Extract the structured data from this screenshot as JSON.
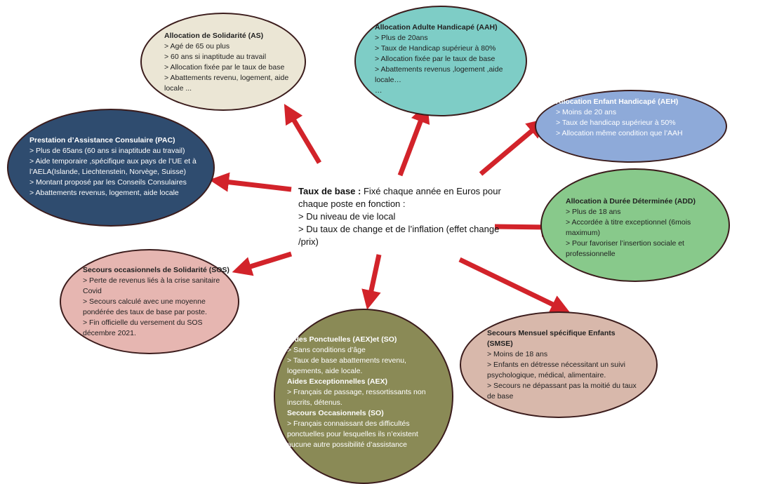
{
  "center": {
    "title": "Taux de base :",
    "text": " Fixé chaque année en Euros pour chaque poste en fonction :",
    "items": [
      "> Du niveau de vie local",
      "> Du taux de change  et de l’inflation (effet change /prix)"
    ]
  },
  "nodes": [
    {
      "id": "as",
      "title": "Allocation de Solidarité (AS)",
      "lines": [
        "> Agé de 65 ou plus",
        "> 60 ans si inaptitude au travail",
        "> Allocation fixée par le taux de base",
        "> Abattements revenu, logement, aide locale ..."
      ],
      "color": "#ebe6d5",
      "text_color": "#222222"
    },
    {
      "id": "aah",
      "title": "Allocation Adulte Handicapé (AAH)",
      "lines": [
        "> Plus de 20ans",
        "> Taux de Handicap supérieur à 80%",
        "> Allocation fixée par le taux de base",
        "> Abattements revenus ,logement ,aide locale…",
        "…"
      ],
      "color": "#7ecdc6",
      "text_color": "#222222"
    },
    {
      "id": "aeh",
      "title": "Allocation Enfant Handicapé (AEH)",
      "lines": [
        "> Moins de 20 ans",
        "> Taux de handicap supérieur à 50%",
        "> Allocation même condition que l’AAH"
      ],
      "color": "#8eaad9",
      "text_color": "#ffffff"
    },
    {
      "id": "add",
      "title": "Allocation à Durée Déterminée (ADD)",
      "lines": [
        "> Plus de 18 ans",
        "> Accordée à titre exceptionnel (6mois maximum)",
        "> Pour favoriser l’insertion sociale et professionnelle"
      ],
      "color": "#88c98b",
      "text_color": "#222222"
    },
    {
      "id": "smse",
      "title": "Secours Mensuel spécifique Enfants (SMSE)",
      "lines": [
        "> Moins de 18 ans",
        "> Enfants en détresse nécessitant un suivi psychologique, médical, alimentaire.",
        "> Secours ne dépassant pas la moitié du taux de base"
      ],
      "color": "#d8b8ab",
      "text_color": "#222222"
    },
    {
      "id": "ap",
      "title": "Aides Ponctuelles (AEX)et (SO)",
      "lines": [
        "> Sans conditions d’âge",
        "> Taux de base abattements revenu, logements, aide locale."
      ],
      "sub": [
        {
          "title": "Aides Exceptionnelles (AEX)",
          "lines": [
            "> Français de passage, ressortissants non inscrits, détenus."
          ]
        },
        {
          "title": "Secours Occasionnels (SO)",
          "lines": [
            "> Français connaissant des difficultés ponctuelles pour lesquelles ils n’existent aucune autre possibilité d’assistance"
          ]
        }
      ],
      "color": "#8a8a56",
      "text_color": "#ffffff"
    },
    {
      "id": "sos",
      "title": "Secours occasionnels de Solidarité (SOS)",
      "lines": [
        "> Perte de revenus liés à la crise sanitaire Covid",
        "> Secours  calculé avec une moyenne pondérée des taux de base par poste.",
        "> Fin officielle du versement du SOS décembre 2021."
      ],
      "color": "#e6b6b1",
      "text_color": "#222222"
    },
    {
      "id": "pac",
      "title": "Prestation d’Assistance Consulaire (PAC)",
      "lines": [
        "> Plus de 65ans (60 ans si inaptitude au travail)",
        "> Aide temporaire ,spécifique aux pays de l’UE et à l’AELA(Islande, Liechtenstein, Norvège, Suisse)",
        "> Montant proposé par les Conseils Consulaires",
        "> Abattements revenus, logement, aide locale"
      ],
      "color": "#2f4c6f",
      "text_color": "#ffffff"
    }
  ],
  "arrow_color": "#d2232a"
}
